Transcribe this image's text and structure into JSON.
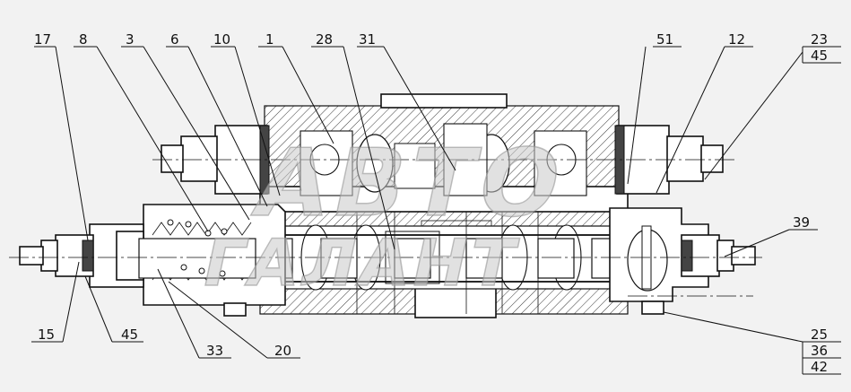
{
  "callouts": {
    "top": [
      "17",
      "8",
      "3",
      "6",
      "10",
      "1",
      "28",
      "31",
      "51",
      "12",
      "23",
      "45"
    ],
    "bottom_left": [
      "15",
      "45",
      "33",
      "20"
    ],
    "right": [
      "39",
      "25",
      "36",
      "42"
    ]
  },
  "watermark": {
    "line1": "АВТО",
    "line2": "ГАЛАНТ"
  }
}
